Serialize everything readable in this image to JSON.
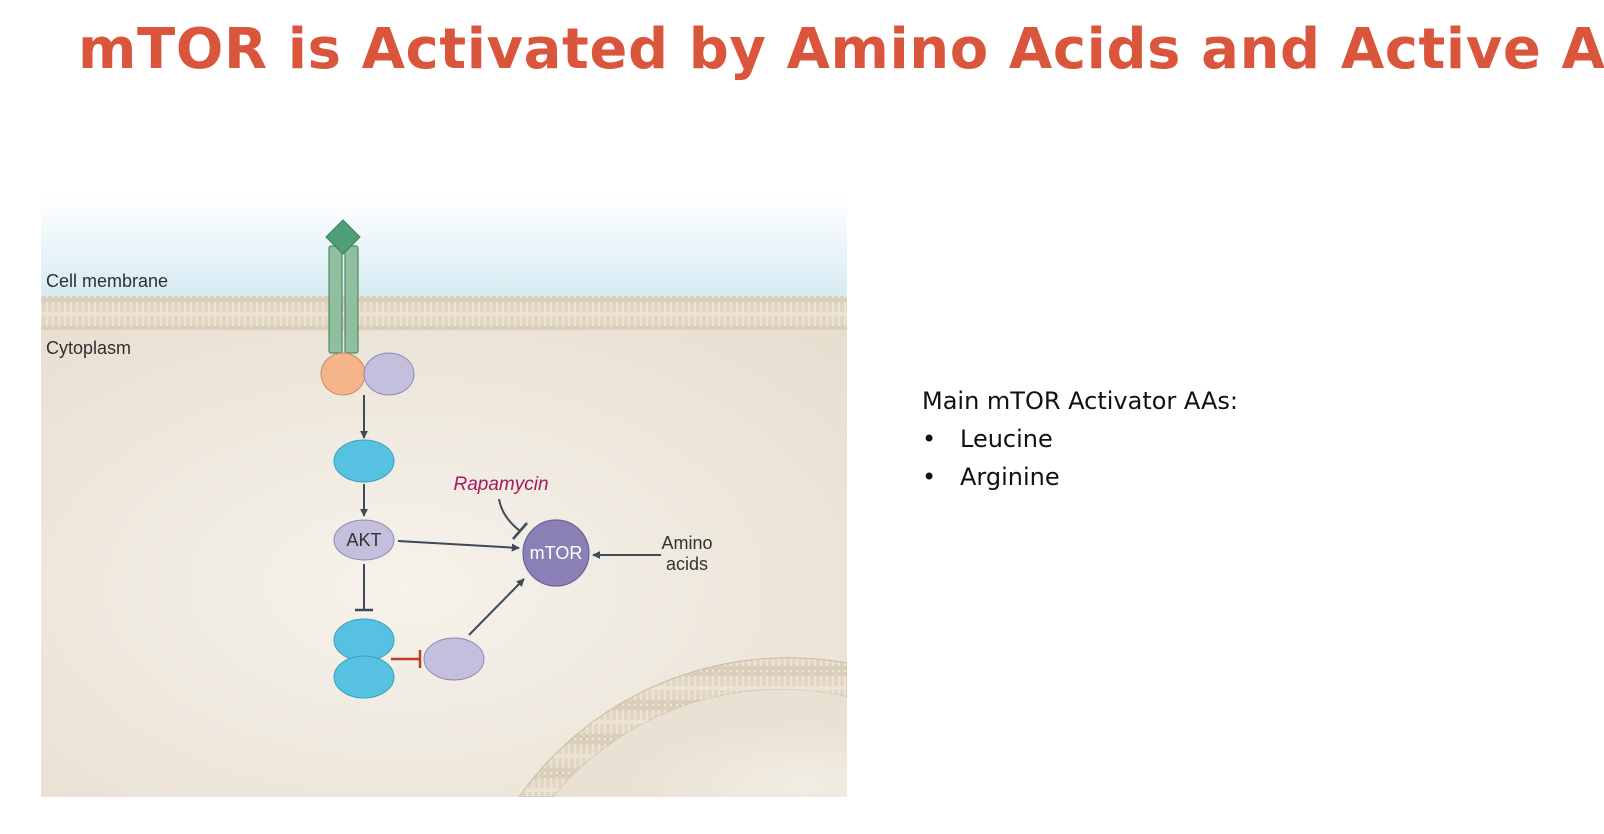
{
  "title": "mTOR is Activated by Amino Acids and Active Akt",
  "colors": {
    "title": "#d9553b",
    "inhibition_red": "#c0392b",
    "rapamycin_label": "#a8185c",
    "receptor_green": "#8fbf9e",
    "ligand_green": "#4e9f77",
    "kinase_orange": "#f6b48a",
    "lavender": "#c3bfdc",
    "cyan": "#57c1e2",
    "mtor_purple": "#8b80b6",
    "arrow_dark": "#3e4a56"
  },
  "diagram": {
    "labels": {
      "cell_membrane": "Cell membrane",
      "cytoplasm": "Cytoplasm",
      "rapamycin": "Rapamycin",
      "akt": "AKT",
      "mtor": "mTOR",
      "amino_line1": "Amino",
      "amino_line2": "acids"
    }
  },
  "side_text": {
    "heading": "Main mTOR Activator AAs:",
    "bullet": "•",
    "items": [
      "Leucine",
      "Arginine"
    ]
  }
}
